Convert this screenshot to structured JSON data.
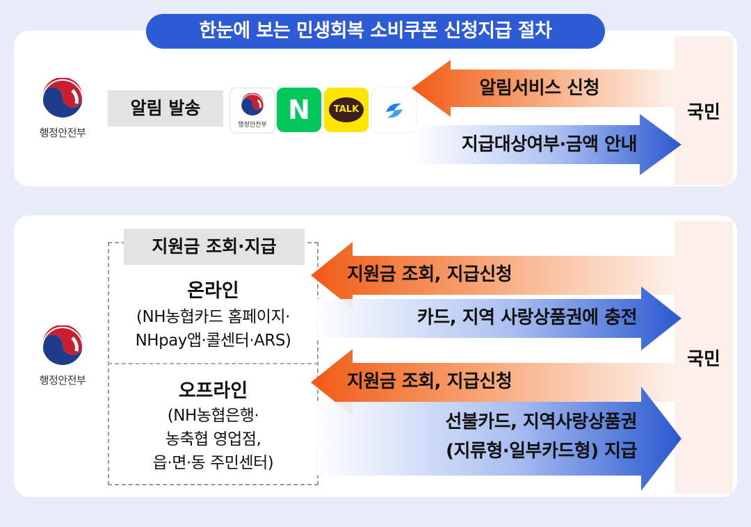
{
  "title": "한눈에 보는 민생회복 소비쿠폰 신청지급 절차",
  "colors": {
    "title_bg": "#2d5bd6",
    "orange": "#f26b21",
    "blue": "#2f5fd0",
    "citizen_bg": "#fdf0ea"
  },
  "top": {
    "gov_logo_text": "행정안전부",
    "send_label": "알림 발송",
    "apps": [
      {
        "name": "gov-app",
        "label": "행정안전부"
      },
      {
        "name": "naver",
        "label": "N"
      },
      {
        "name": "kakaotalk",
        "label": "TALK"
      },
      {
        "name": "toss",
        "label": ""
      }
    ],
    "arrow_request": "알림서비스 신청",
    "arrow_notice": "지급대상여부·금액 안내",
    "citizen": "국민"
  },
  "bottom": {
    "gov_logo_text": "행정안전부",
    "box_label": "지원금 조회·지급",
    "online_title": "온라인",
    "online_desc": [
      "(NH농협카드 홈페이지·",
      "NHpay앱·콜센터·ARS)"
    ],
    "offline_title": "오프라인",
    "offline_desc": [
      "(NH농협은행·",
      "농축협 영업점,",
      "읍·면·동 주민센터)"
    ],
    "arrow_online_request": "지원금 조회, 지급신청",
    "arrow_online_pay": "카드, 지역 사랑상품권에 충전",
    "arrow_offline_request": "지원금 조회, 지급신청",
    "arrow_offline_pay": [
      "선불카드, 지역사랑상품권",
      "(지류형·일부카드형) 지급"
    ],
    "citizen": "국민"
  }
}
